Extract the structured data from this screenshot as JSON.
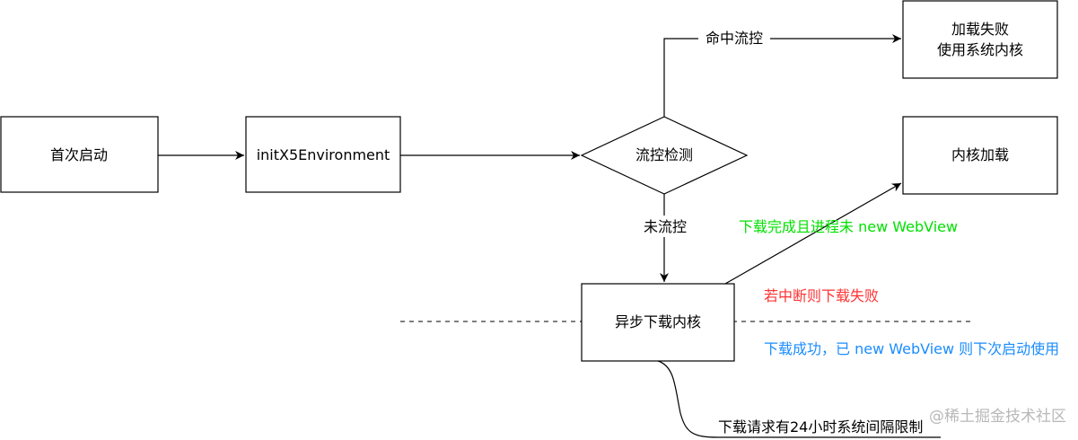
{
  "nodes": {
    "first_launch": "首次启动",
    "init_env": "initX5Environment",
    "flow_check": "流控检测",
    "fail_line1": "加载失败",
    "fail_line2": "使用系统内核",
    "kernel_load": "内核加载",
    "async_download": "异步下载内核"
  },
  "edges": {
    "hit_flow_control": "命中流控",
    "no_flow_control": "未流控"
  },
  "notes": {
    "download_done": "下载完成且进程未 new WebView",
    "interrupted": "若中断则下载失败",
    "download_success": "下载成功，已 new WebView 则下次启动使用",
    "interval_limit": "下载请求有24小时系统间隔限制"
  },
  "watermark": "@稀土掘金技术社区",
  "colors": {
    "line": "#000000",
    "download_done": "#00e000",
    "interrupted": "#ff3333",
    "download_success": "#1a8cff",
    "watermark": "#b8b8b8"
  }
}
